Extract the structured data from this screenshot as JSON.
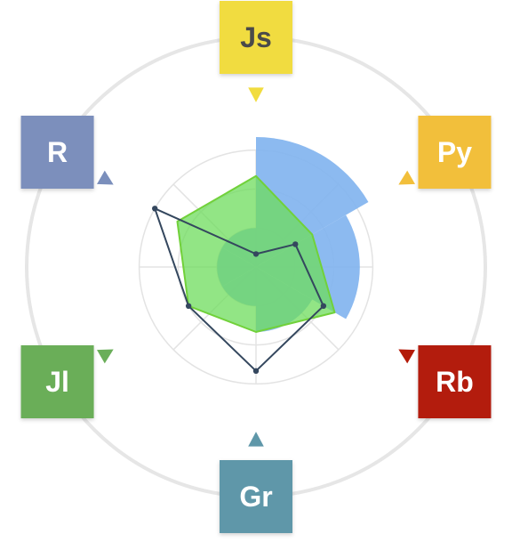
{
  "chart_data": {
    "type": "radar",
    "axes": [
      "Js",
      "Py",
      "Rb",
      "Gr",
      "Jl",
      "R"
    ],
    "rlim": [
      0,
      100
    ],
    "ring_values": [
      30,
      60,
      90
    ],
    "grid": true,
    "series": [
      {
        "color": "#7fb2ee",
        "fill_opacity": 0.9,
        "stroke": "none",
        "shape": "sectors",
        "values": [
          100,
          80,
          50,
          30,
          30,
          30
        ]
      },
      {
        "color": "#6edc5c",
        "fill_opacity": 0.75,
        "stroke": "#71d13a",
        "shape": "polygon",
        "markers": false,
        "values": [
          70,
          50,
          70,
          50,
          60,
          70
        ]
      },
      {
        "color": "#34475e",
        "fill_opacity": 0,
        "stroke": "#34475e",
        "shape": "polygon",
        "markers": true,
        "values": [
          10,
          35,
          60,
          80,
          60,
          90
        ]
      }
    ]
  },
  "categories": [
    {
      "label": "Js",
      "color": "#f1dc3f",
      "text_color": "#4a4a4a"
    },
    {
      "label": "Py",
      "color": "#f2bf3b",
      "text_color": "#ffffff"
    },
    {
      "label": "Rb",
      "color": "#b31a08",
      "text_color": "#ffffff"
    },
    {
      "label": "Gr",
      "color": "#5f97a9",
      "text_color": "#ffffff"
    },
    {
      "label": "Jl",
      "color": "#6aae59",
      "text_color": "#ffffff"
    },
    {
      "label": "R",
      "color": "#7b8fbc",
      "text_color": "#ffffff"
    }
  ],
  "colors": {
    "grid": "#e3e3e3",
    "outer_ring": "#e6e6e6"
  }
}
